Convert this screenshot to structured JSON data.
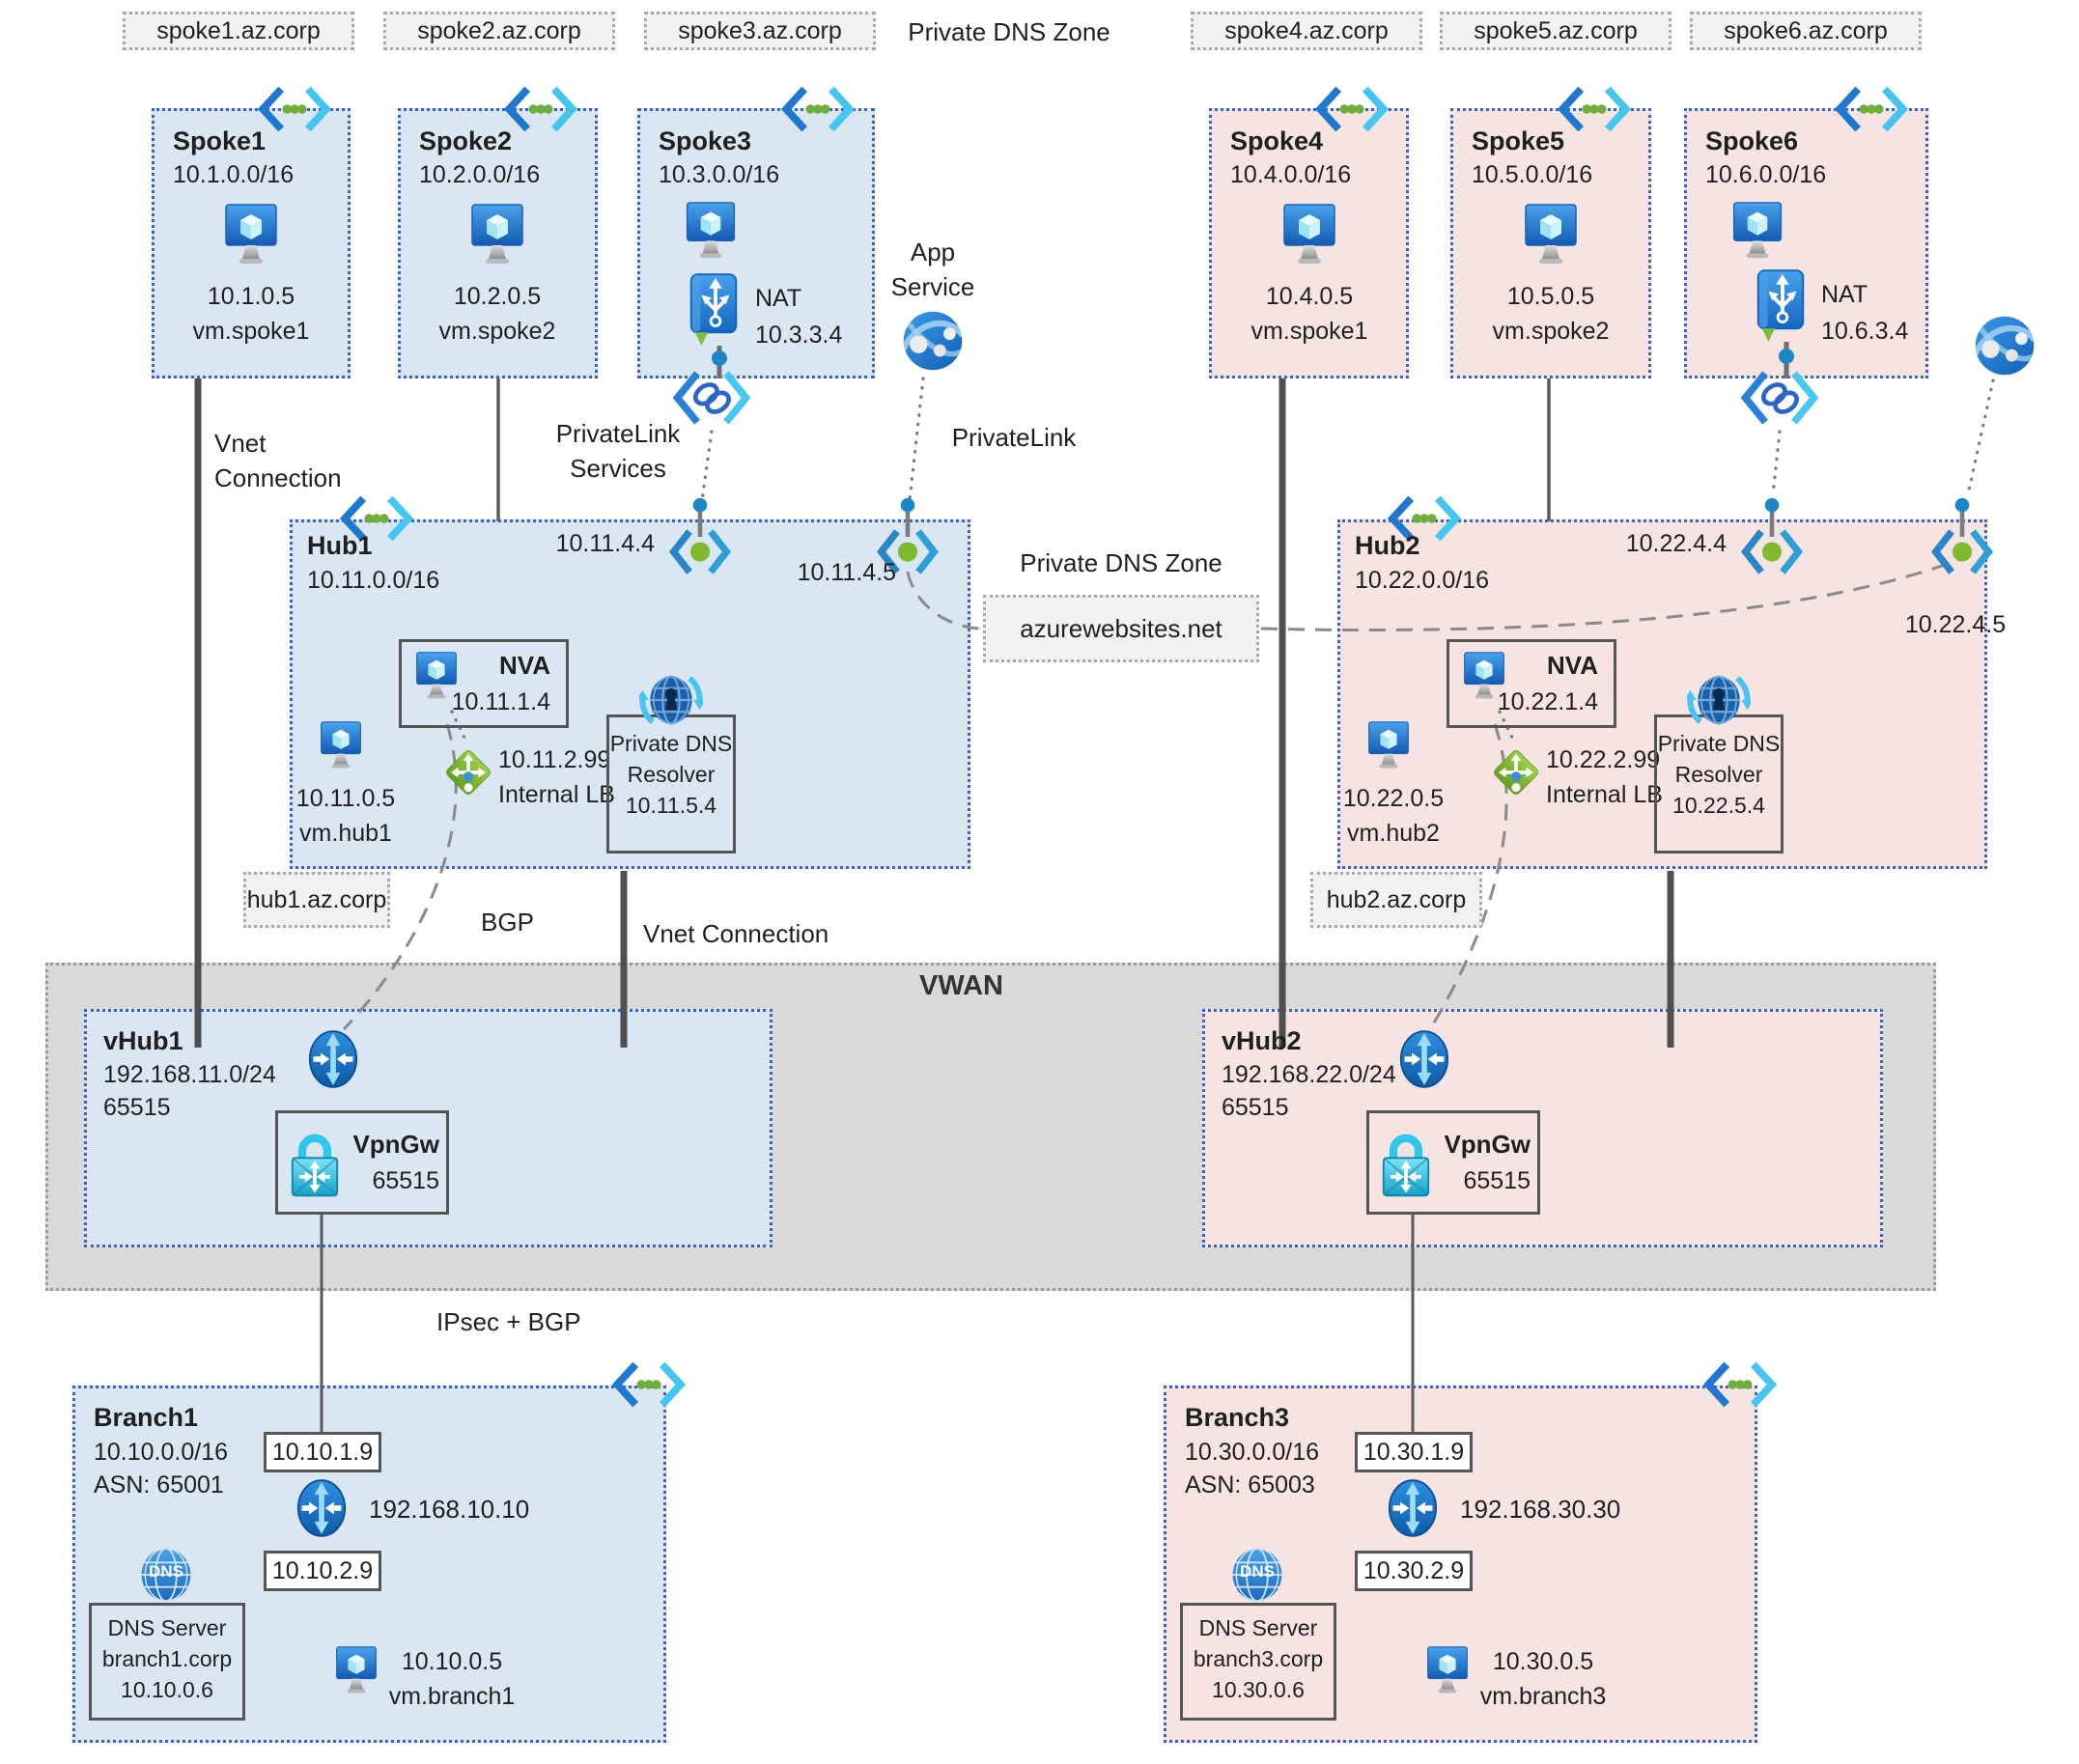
{
  "colors": {
    "blue_fill": "#dbe6f3",
    "rose_fill": "#f6e4e2",
    "vwan_fill": "#d9d9d9",
    "label_fill": "#f2f2f2",
    "border_blue": "#3a62c4",
    "border_gray": "#9e9e9e",
    "line_dark": "#4f4f4f",
    "accent_green": "#7fba2e",
    "accent_cyan": "#45c6f0",
    "accent_blue": "#1e78d0"
  },
  "top": {
    "zone1": "spoke1.az.corp",
    "zone2": "spoke2.az.corp",
    "zone3": "spoke3.az.corp",
    "private_dns_zone_label": "Private DNS Zone",
    "zone4": "spoke4.az.corp",
    "zone5": "spoke5.az.corp",
    "zone6": "spoke6.az.corp"
  },
  "spokes": [
    {
      "title": "Spoke1",
      "cidr": "10.1.0.0/16",
      "vm_ip": "10.1.0.5",
      "vm_name": "vm.spoke1"
    },
    {
      "title": "Spoke2",
      "cidr": "10.2.0.0/16",
      "vm_ip": "10.2.0.5",
      "vm_name": "vm.spoke2"
    },
    {
      "title": "Spoke3",
      "cidr": "10.3.0.0/16",
      "nat_label": "NAT",
      "nat_ip": "10.3.3.4"
    },
    {
      "title": "Spoke4",
      "cidr": "10.4.0.0/16",
      "vm_ip": "10.4.0.5",
      "vm_name": "vm.spoke1"
    },
    {
      "title": "Spoke5",
      "cidr": "10.5.0.0/16",
      "vm_ip": "10.5.0.5",
      "vm_name": "vm.spoke2"
    },
    {
      "title": "Spoke6",
      "cidr": "10.6.0.0/16",
      "nat_label": "NAT",
      "nat_ip": "10.6.3.4"
    }
  ],
  "labels": {
    "app_service_line1": "App",
    "app_service_line2": "Service",
    "privatelink": "PrivateLink",
    "privatelink_services_line1": "PrivateLink",
    "privatelink_services_line2": "Services",
    "vnet_connection_left_line1": "Vnet",
    "vnet_connection_left_line2": "Connection",
    "vnet_connection_mid": "Vnet Connection",
    "bgp": "BGP",
    "ipsec_bgp": "IPsec + BGP",
    "vwan": "VWAN",
    "private_dns_zone_mid": "Private DNS Zone",
    "azurewebsites": "azurewebsites.net",
    "hub1_dns": "hub1.az.corp",
    "hub2_dns": "hub2.az.corp"
  },
  "hubs": [
    {
      "title": "Hub1",
      "cidr": "10.11.0.0/16",
      "ep1": "10.11.4.4",
      "ep2": "10.11.4.5",
      "nva_label": "NVA",
      "nva_ip": "10.11.1.4",
      "vm_ip": "10.11.0.5",
      "vm_name": "vm.hub1",
      "lb_ip": "10.11.2.99",
      "lb_label": "Internal LB",
      "pdr_line1": "Private DNS",
      "pdr_line2": "Resolver",
      "pdr_ip": "10.11.5.4"
    },
    {
      "title": "Hub2",
      "cidr": "10.22.0.0/16",
      "ep1": "10.22.4.4",
      "ep2": "10.22.4.5",
      "nva_label": "NVA",
      "nva_ip": "10.22.1.4",
      "vm_ip": "10.22.0.5",
      "vm_name": "vm.hub2",
      "lb_ip": "10.22.2.99",
      "lb_label": "Internal LB",
      "pdr_line1": "Private DNS",
      "pdr_line2": "Resolver",
      "pdr_ip": "10.22.5.4"
    }
  ],
  "vhubs": [
    {
      "title": "vHub1",
      "cidr": "192.168.11.0/24",
      "asn": "65515",
      "gw_label": "VpnGw",
      "gw_asn": "65515"
    },
    {
      "title": "vHub2",
      "cidr": "192.168.22.0/24",
      "asn": "65515",
      "gw_label": "VpnGw",
      "gw_asn": "65515"
    }
  ],
  "branches": [
    {
      "title": "Branch1",
      "cidr": "10.10.0.0/16",
      "asn": "ASN: 65001",
      "ip_top": "10.10.1.9",
      "router_ip": "192.168.10.10",
      "ip_bottom": "10.10.2.9",
      "dns_icon_text": "DNS",
      "dns_line1": "DNS Server",
      "dns_line2": "branch1.corp",
      "dns_ip": "10.10.0.6",
      "vm_ip": "10.10.0.5",
      "vm_name": "vm.branch1"
    },
    {
      "title": "Branch3",
      "cidr": "10.30.0.0/16",
      "asn": "ASN: 65003",
      "ip_top": "10.30.1.9",
      "router_ip": "192.168.30.30",
      "ip_bottom": "10.30.2.9",
      "dns_icon_text": "DNS",
      "dns_line1": "DNS Server",
      "dns_line2": "branch3.corp",
      "dns_ip": "10.30.0.6",
      "vm_ip": "10.30.0.5",
      "vm_name": "vm.branch3"
    }
  ]
}
